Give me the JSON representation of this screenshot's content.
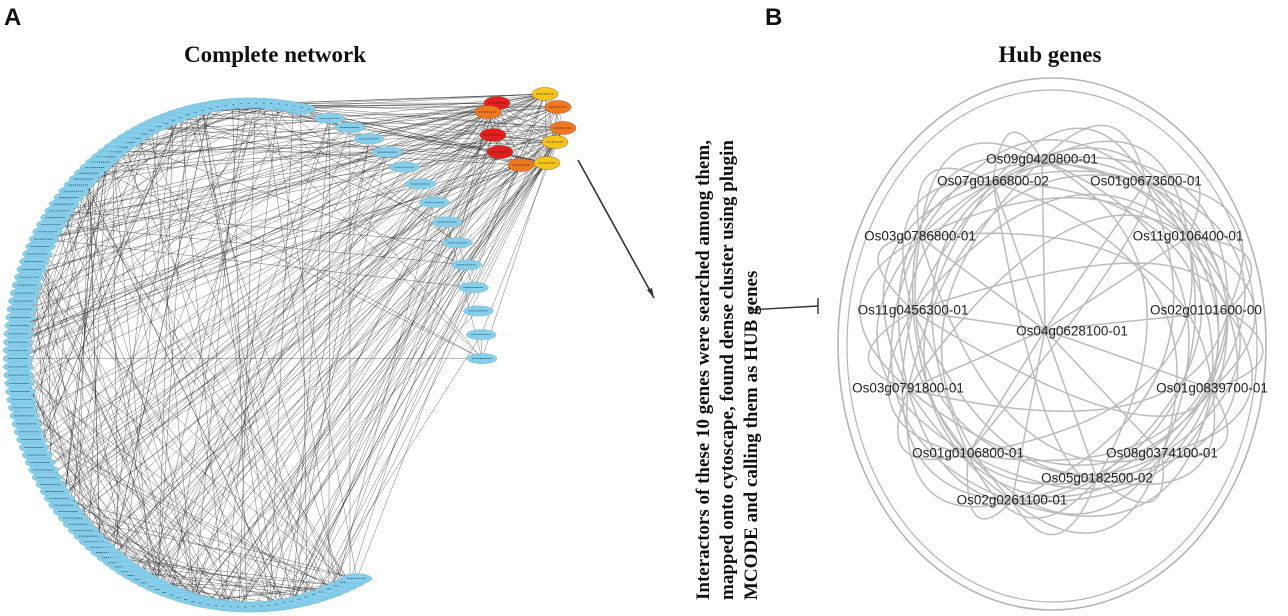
{
  "panels": {
    "a": {
      "letter": "A",
      "title": "Complete network"
    },
    "b": {
      "letter": "B",
      "title": "Hub genes"
    }
  },
  "caption": {
    "lines": [
      "Interactors of these 10 genes were searched among them,",
      "mapped onto cytoscape, found dense cluster using plugin",
      "MCODE and calling them as HUB genes"
    ]
  },
  "hub_network": {
    "center": "Os04g0628100-01",
    "genes": [
      "Os09g0420800-01",
      "Os01g0673600-01",
      "Os11g0106400-01",
      "Os02g0101600-00",
      "Os01g0839700-01",
      "Os08g0374100-01",
      "Os05g0182500-02",
      "Os02g0261100-01",
      "Os01g0106800-01",
      "Os03g0791800-01",
      "Os11g0456300-01",
      "Os03g0786800-01",
      "Os07g0166800-02"
    ]
  },
  "colors": {
    "peripheral_node": "#87CEEB",
    "hub_red": "#E02020",
    "hub_orange": "#F07820",
    "hub_yellow": "#F5C518",
    "edge_dark": "#222222",
    "edge_gray": "#b4b4b4"
  }
}
